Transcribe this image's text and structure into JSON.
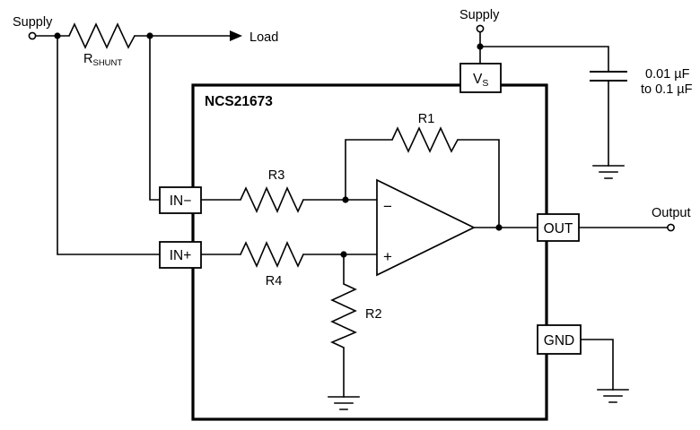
{
  "diagram": {
    "part_number": "NCS21673",
    "terminals": {
      "supply_left": "Supply",
      "supply_top": "Supply",
      "load": "Load",
      "output": "Output"
    },
    "components": {
      "rshunt_base": "R",
      "rshunt_sub": "SHUNT",
      "r1": "R1",
      "r2": "R2",
      "r3": "R3",
      "r4": "R4",
      "capacitor_value_line1": "0.01 µF",
      "capacitor_value_line2": "to 0.1 µF",
      "opamp_inverting": "−",
      "opamp_noninverting": "+"
    },
    "pins": {
      "in_minus": "IN−",
      "in_plus": "IN+",
      "vs_base": "V",
      "vs_sub": "S",
      "out": "OUT",
      "gnd": "GND"
    },
    "colors": {
      "line": "#000000",
      "background": "#ffffff",
      "text": "#000000"
    }
  }
}
